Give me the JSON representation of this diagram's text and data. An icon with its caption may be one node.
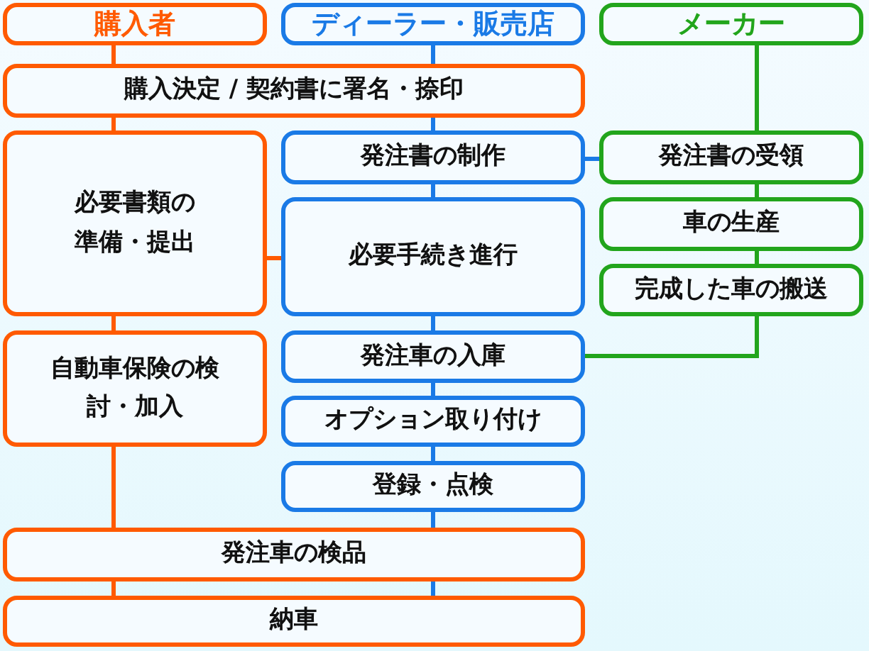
{
  "diagram": {
    "nodes": [
      {
        "text": [
          "購入者"
        ]
      },
      {
        "text": [
          "ディーラー・販売店"
        ]
      },
      {
        "text": [
          "メーカー"
        ]
      },
      {
        "text": [
          "購入決定 / 契約書に署名・捺印"
        ]
      },
      {
        "text": [
          "必要書類の準備・提出"
        ]
      },
      {
        "text": [
          "発注書の制作"
        ]
      },
      {
        "text": [
          "発注書の受領"
        ]
      },
      {
        "text": [
          "必要手続き進行"
        ]
      },
      {
        "text": [
          "車の生産"
        ]
      },
      {
        "text": [
          "完成した車の搬送"
        ]
      },
      {
        "text": [
          "自動車保険の検討・加入"
        ]
      },
      {
        "text": [
          "発注車の入庫"
        ]
      },
      {
        "text": [
          "オプション取り付け"
        ]
      },
      {
        "text": [
          "登録・点検"
        ]
      },
      {
        "text": [
          "発注車の検品"
        ]
      },
      {
        "text": [
          "納車"
        ]
      }
    ],
    "edges": [
      {
        "from": 0,
        "to": 3,
        "arrow": "none",
        "color": "#ff5a00"
      },
      {
        "from": 3,
        "to": 4,
        "arrow": "none",
        "color": "#ff5a00"
      },
      {
        "from": 4,
        "to": 10,
        "arrow": "none",
        "color": "#ff5a00"
      },
      {
        "from": 10,
        "to": 14,
        "arrow": "none",
        "color": "#ff5a00"
      },
      {
        "from": 14,
        "to": 15,
        "arrow": "none",
        "color": "#ff5a00"
      },
      {
        "from": 4,
        "to": 7,
        "arrow": "none",
        "color": "#ff5a00"
      },
      {
        "from": 1,
        "to": 3,
        "arrow": "none"
      },
      {
        "from": 3,
        "to": 5,
        "arrow": "none"
      },
      {
        "from": 5,
        "to": 7,
        "arrow": "none"
      },
      {
        "from": 7,
        "to": 11,
        "arrow": "none"
      },
      {
        "from": 11,
        "to": 12,
        "arrow": "none"
      },
      {
        "from": 12,
        "to": 13,
        "arrow": "none"
      },
      {
        "from": 13,
        "to": 14,
        "arrow": "none"
      },
      {
        "from": 14,
        "to": 15,
        "arrow": "none"
      },
      {
        "from": 5,
        "to": 6,
        "arrow": "none"
      },
      {
        "from": 2,
        "to": 6,
        "arrow": "none",
        "color": "#22a51c"
      },
      {
        "from": 6,
        "to": 8,
        "arrow": "none",
        "color": "#22a51c"
      },
      {
        "from": 8,
        "to": 9,
        "arrow": "none",
        "color": "#22a51c"
      },
      {
        "from": 9,
        "to": 11,
        "arrow": "none",
        "color": "#22a51c"
      }
    ]
  }
}
